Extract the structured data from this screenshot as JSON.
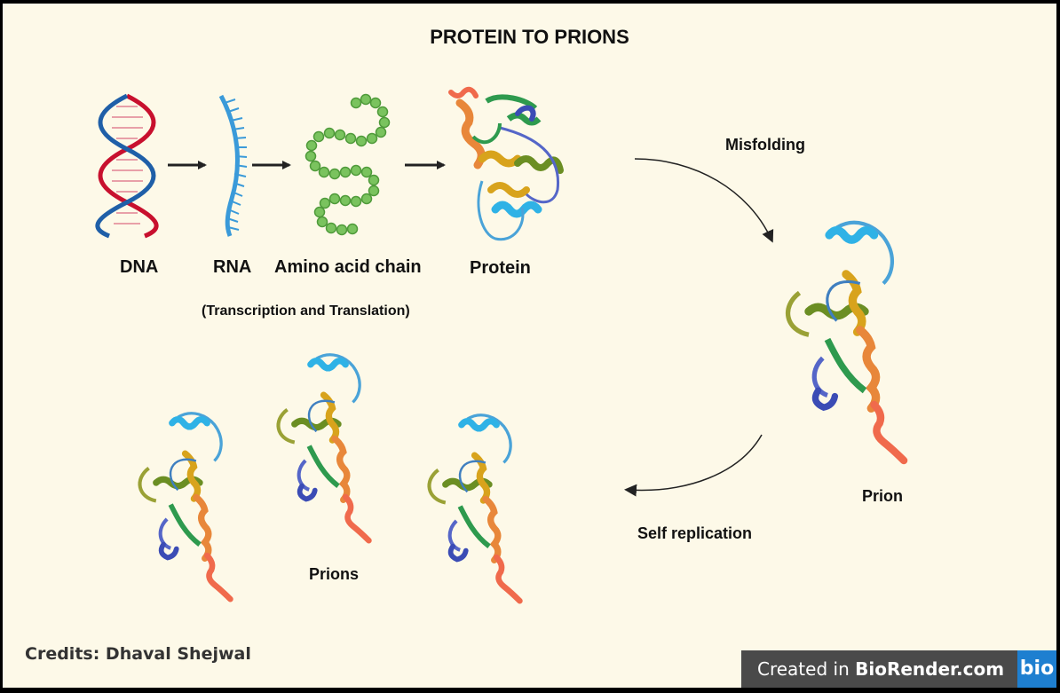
{
  "title": "PROTEIN TO PRIONS",
  "labels": {
    "dna": "DNA",
    "rna": "RNA",
    "amino_acid_chain": "Amino acid chain",
    "protein": "Protein",
    "transcription_translation": "(Transcription and Translation)",
    "misfolding": "Misfolding",
    "prion": "Prion",
    "self_replication": "Self replication",
    "prions": "Prions"
  },
  "credits": "Credits: Dhaval Shejwal",
  "badge": {
    "prefix": "Created in ",
    "brand": "BioRender.com",
    "logo": "bio"
  },
  "colors": {
    "background": "#fdf9e8",
    "dna_red": "#c8102e",
    "dna_blue": "#1f5fa8",
    "rna_blue": "#3a9ad9",
    "amino_green": "#7ac35e",
    "badge_bg": "#4a4a4a",
    "badge_logo": "#1e7fd0"
  }
}
